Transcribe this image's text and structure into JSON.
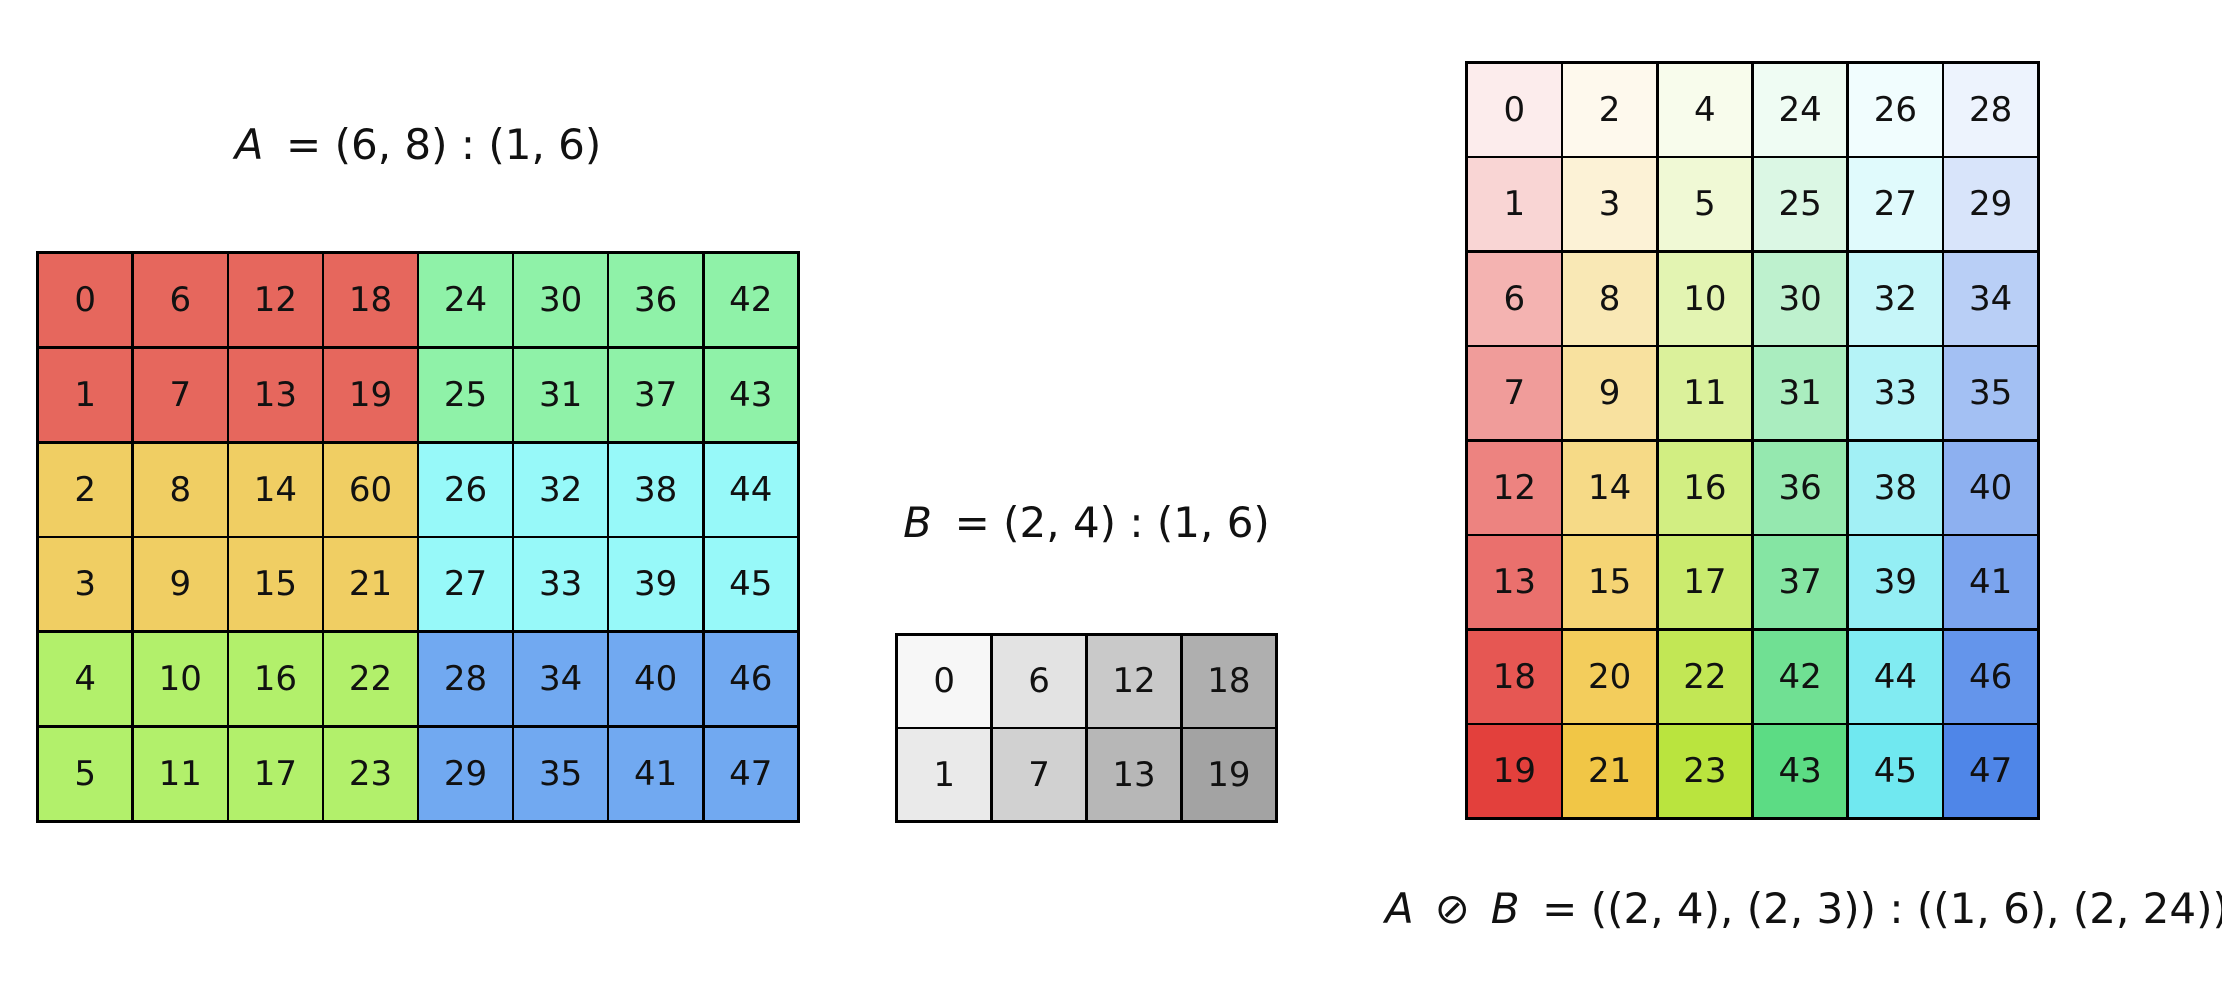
{
  "figure": {
    "background": "#ffffff",
    "grid_line_color": "#000000",
    "text_color": "#111111"
  },
  "matrix_a": {
    "title": {
      "var": "A",
      "rest": "= (6, 8) : (1, 6)"
    },
    "rows": 6,
    "cols": 8,
    "values": [
      [
        0,
        6,
        12,
        18,
        24,
        30,
        36,
        42
      ],
      [
        1,
        7,
        13,
        19,
        25,
        31,
        37,
        43
      ],
      [
        2,
        8,
        14,
        60,
        26,
        32,
        38,
        44
      ],
      [
        3,
        9,
        15,
        21,
        27,
        33,
        39,
        45
      ],
      [
        4,
        10,
        16,
        22,
        28,
        34,
        40,
        46
      ],
      [
        5,
        11,
        17,
        23,
        29,
        35,
        41,
        47
      ]
    ],
    "quadrant_palette": {
      "red": "#E6675D",
      "green": "#8FF2A8",
      "orange": "#F0CE63",
      "cyan": "#97F9F9",
      "yellow_green": "#B2F06B",
      "blue": "#71A9F1"
    },
    "cell_colors": [
      [
        "#E6675D",
        "#E6675D",
        "#E6675D",
        "#E6675D",
        "#8FF2A8",
        "#8FF2A8",
        "#8FF2A8",
        "#8FF2A8"
      ],
      [
        "#E6675D",
        "#E6675D",
        "#E6675D",
        "#E6675D",
        "#8FF2A8",
        "#8FF2A8",
        "#8FF2A8",
        "#8FF2A8"
      ],
      [
        "#F0CE63",
        "#F0CE63",
        "#F0CE63",
        "#F0CE63",
        "#97F9F9",
        "#97F9F9",
        "#97F9F9",
        "#97F9F9"
      ],
      [
        "#F0CE63",
        "#F0CE63",
        "#F0CE63",
        "#F0CE63",
        "#97F9F9",
        "#97F9F9",
        "#97F9F9",
        "#97F9F9"
      ],
      [
        "#B2F06B",
        "#B2F06B",
        "#B2F06B",
        "#B2F06B",
        "#71A9F1",
        "#71A9F1",
        "#71A9F1",
        "#71A9F1"
      ],
      [
        "#B2F06B",
        "#B2F06B",
        "#B2F06B",
        "#B2F06B",
        "#71A9F1",
        "#71A9F1",
        "#71A9F1",
        "#71A9F1"
      ]
    ]
  },
  "matrix_b": {
    "title": {
      "var": "B",
      "rest": "= (2, 4) : (1, 6)"
    },
    "rows": 2,
    "cols": 4,
    "values": [
      [
        0,
        6,
        12,
        18
      ],
      [
        1,
        7,
        13,
        19
      ]
    ],
    "cell_colors": [
      [
        "#F7F7F7",
        "#E3E3E3",
        "#C9C9C9",
        "#AFAFAF"
      ],
      [
        "#EAEAEA",
        "#D1D1D1",
        "#B7B7B7",
        "#A3A3A3"
      ]
    ]
  },
  "matrix_result": {
    "caption": {
      "var_a": "A",
      "operator": "⊘",
      "var_b": "B",
      "rest": "= ((2, 4), (2, 3)) : ((1, 6), (2, 24))"
    },
    "rows": 8,
    "cols": 6,
    "values": [
      [
        0,
        2,
        4,
        24,
        26,
        28
      ],
      [
        1,
        3,
        5,
        25,
        27,
        29
      ],
      [
        6,
        8,
        10,
        30,
        32,
        34
      ],
      [
        7,
        9,
        11,
        31,
        33,
        35
      ],
      [
        12,
        14,
        16,
        36,
        38,
        40
      ],
      [
        13,
        15,
        17,
        37,
        39,
        41
      ],
      [
        18,
        20,
        22,
        42,
        44,
        46
      ],
      [
        19,
        21,
        23,
        43,
        45,
        47
      ]
    ],
    "cell_colors": [
      [
        "#FCECEC",
        "#FEF9ED",
        "#F8FCEC",
        "#EFFCF3",
        "#F1FDFE",
        "#EDF3FD"
      ],
      [
        "#F9D5D4",
        "#FCF2D6",
        "#F0F9D5",
        "#DBF7E4",
        "#E0FAFC",
        "#D8E4FA"
      ],
      [
        "#F4B3B1",
        "#F9E8B5",
        "#E3F4B2",
        "#BEF1CE",
        "#C6F6F9",
        "#B9CFF6"
      ],
      [
        "#F09C9A",
        "#F8E19F",
        "#DBF19B",
        "#AAEDBF",
        "#B5F3F7",
        "#A3C0F3"
      ],
      [
        "#ED8380",
        "#F6DA87",
        "#D2EE82",
        "#95E8AF",
        "#A2F0F5",
        "#8DB0F0"
      ],
      [
        "#EA706D",
        "#F5D474",
        "#CBEB6E",
        "#85E5A3",
        "#94EEF4",
        "#7BA4EE"
      ],
      [
        "#E65753",
        "#F3CD5C",
        "#C2E755",
        "#70E093",
        "#81EBF2",
        "#6495EB"
      ],
      [
        "#E3403C",
        "#F1C646",
        "#BAE43E",
        "#5CDC84",
        "#70E8F0",
        "#4F86E8"
      ]
    ]
  }
}
